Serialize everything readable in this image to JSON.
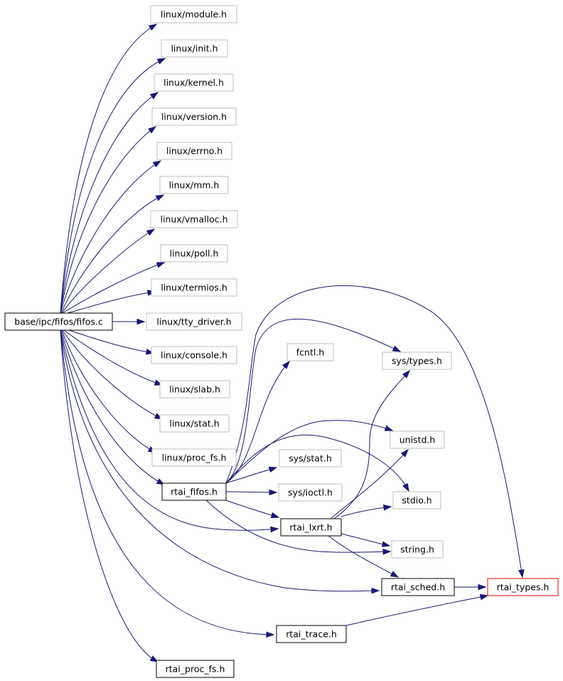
{
  "colors": {
    "edge": "#191970",
    "root_fill": "#bfbfbf",
    "border_missing": "#bfbfbf",
    "border_documented": "#000000",
    "border_highlight": "#ff0000"
  },
  "nodes": [
    {
      "id": "root",
      "label": "base/ipc/fifos/fifos.c",
      "style": "root"
    },
    {
      "id": "module",
      "label": "linux/module.h",
      "style": "missing"
    },
    {
      "id": "init",
      "label": "linux/init.h",
      "style": "missing"
    },
    {
      "id": "kernel",
      "label": "linux/kernel.h",
      "style": "missing"
    },
    {
      "id": "version",
      "label": "linux/version.h",
      "style": "missing"
    },
    {
      "id": "errno",
      "label": "linux/errno.h",
      "style": "missing"
    },
    {
      "id": "mm",
      "label": "linux/mm.h",
      "style": "missing"
    },
    {
      "id": "vmalloc",
      "label": "linux/vmalloc.h",
      "style": "missing"
    },
    {
      "id": "poll",
      "label": "linux/poll.h",
      "style": "missing"
    },
    {
      "id": "termios",
      "label": "linux/termios.h",
      "style": "missing"
    },
    {
      "id": "tty",
      "label": "linux/tty_driver.h",
      "style": "missing"
    },
    {
      "id": "console",
      "label": "linux/console.h",
      "style": "missing"
    },
    {
      "id": "slab",
      "label": "linux/slab.h",
      "style": "missing"
    },
    {
      "id": "lstat",
      "label": "linux/stat.h",
      "style": "missing"
    },
    {
      "id": "procfs",
      "label": "linux/proc_fs.h",
      "style": "missing"
    },
    {
      "id": "rtai_fifos",
      "label": "rtai_fifos.h",
      "style": "documented"
    },
    {
      "id": "fcntl",
      "label": "fcntl.h",
      "style": "missing"
    },
    {
      "id": "systypes",
      "label": "sys/types.h",
      "style": "missing"
    },
    {
      "id": "unistd",
      "label": "unistd.h",
      "style": "missing"
    },
    {
      "id": "sysstat",
      "label": "sys/stat.h",
      "style": "missing"
    },
    {
      "id": "sysioctl",
      "label": "sys/ioctl.h",
      "style": "missing"
    },
    {
      "id": "stdio",
      "label": "stdio.h",
      "style": "missing"
    },
    {
      "id": "rtai_lxrt",
      "label": "rtai_lxrt.h",
      "style": "documented"
    },
    {
      "id": "string",
      "label": "string.h",
      "style": "missing"
    },
    {
      "id": "rtai_sched",
      "label": "rtai_sched.h",
      "style": "documented"
    },
    {
      "id": "rtai_types",
      "label": "rtai_types.h",
      "style": "highlight"
    },
    {
      "id": "rtai_trace",
      "label": "rtai_trace.h",
      "style": "documented"
    },
    {
      "id": "rtai_proc_fs",
      "label": "rtai_proc_fs.h",
      "style": "documented"
    }
  ],
  "edges": [
    {
      "from": "root",
      "to": "module"
    },
    {
      "from": "root",
      "to": "init"
    },
    {
      "from": "root",
      "to": "kernel"
    },
    {
      "from": "root",
      "to": "version"
    },
    {
      "from": "root",
      "to": "errno"
    },
    {
      "from": "root",
      "to": "mm"
    },
    {
      "from": "root",
      "to": "vmalloc"
    },
    {
      "from": "root",
      "to": "poll"
    },
    {
      "from": "root",
      "to": "termios"
    },
    {
      "from": "root",
      "to": "tty"
    },
    {
      "from": "root",
      "to": "console"
    },
    {
      "from": "root",
      "to": "slab"
    },
    {
      "from": "root",
      "to": "lstat"
    },
    {
      "from": "root",
      "to": "procfs"
    },
    {
      "from": "root",
      "to": "rtai_fifos"
    },
    {
      "from": "root",
      "to": "rtai_lxrt"
    },
    {
      "from": "root",
      "to": "rtai_sched"
    },
    {
      "from": "root",
      "to": "rtai_trace"
    },
    {
      "from": "root",
      "to": "rtai_proc_fs"
    },
    {
      "from": "rtai_fifos",
      "to": "fcntl"
    },
    {
      "from": "rtai_fifos",
      "to": "systypes"
    },
    {
      "from": "rtai_fifos",
      "to": "unistd"
    },
    {
      "from": "rtai_fifos",
      "to": "sysstat"
    },
    {
      "from": "rtai_fifos",
      "to": "sysioctl"
    },
    {
      "from": "rtai_fifos",
      "to": "stdio"
    },
    {
      "from": "rtai_fifos",
      "to": "rtai_lxrt"
    },
    {
      "from": "rtai_fifos",
      "to": "string"
    },
    {
      "from": "rtai_fifos",
      "to": "rtai_types"
    },
    {
      "from": "rtai_lxrt",
      "to": "systypes"
    },
    {
      "from": "rtai_lxrt",
      "to": "unistd"
    },
    {
      "from": "rtai_lxrt",
      "to": "stdio"
    },
    {
      "from": "rtai_lxrt",
      "to": "string"
    },
    {
      "from": "rtai_lxrt",
      "to": "rtai_sched"
    },
    {
      "from": "rtai_sched",
      "to": "rtai_types"
    },
    {
      "from": "rtai_trace",
      "to": "rtai_types"
    }
  ]
}
